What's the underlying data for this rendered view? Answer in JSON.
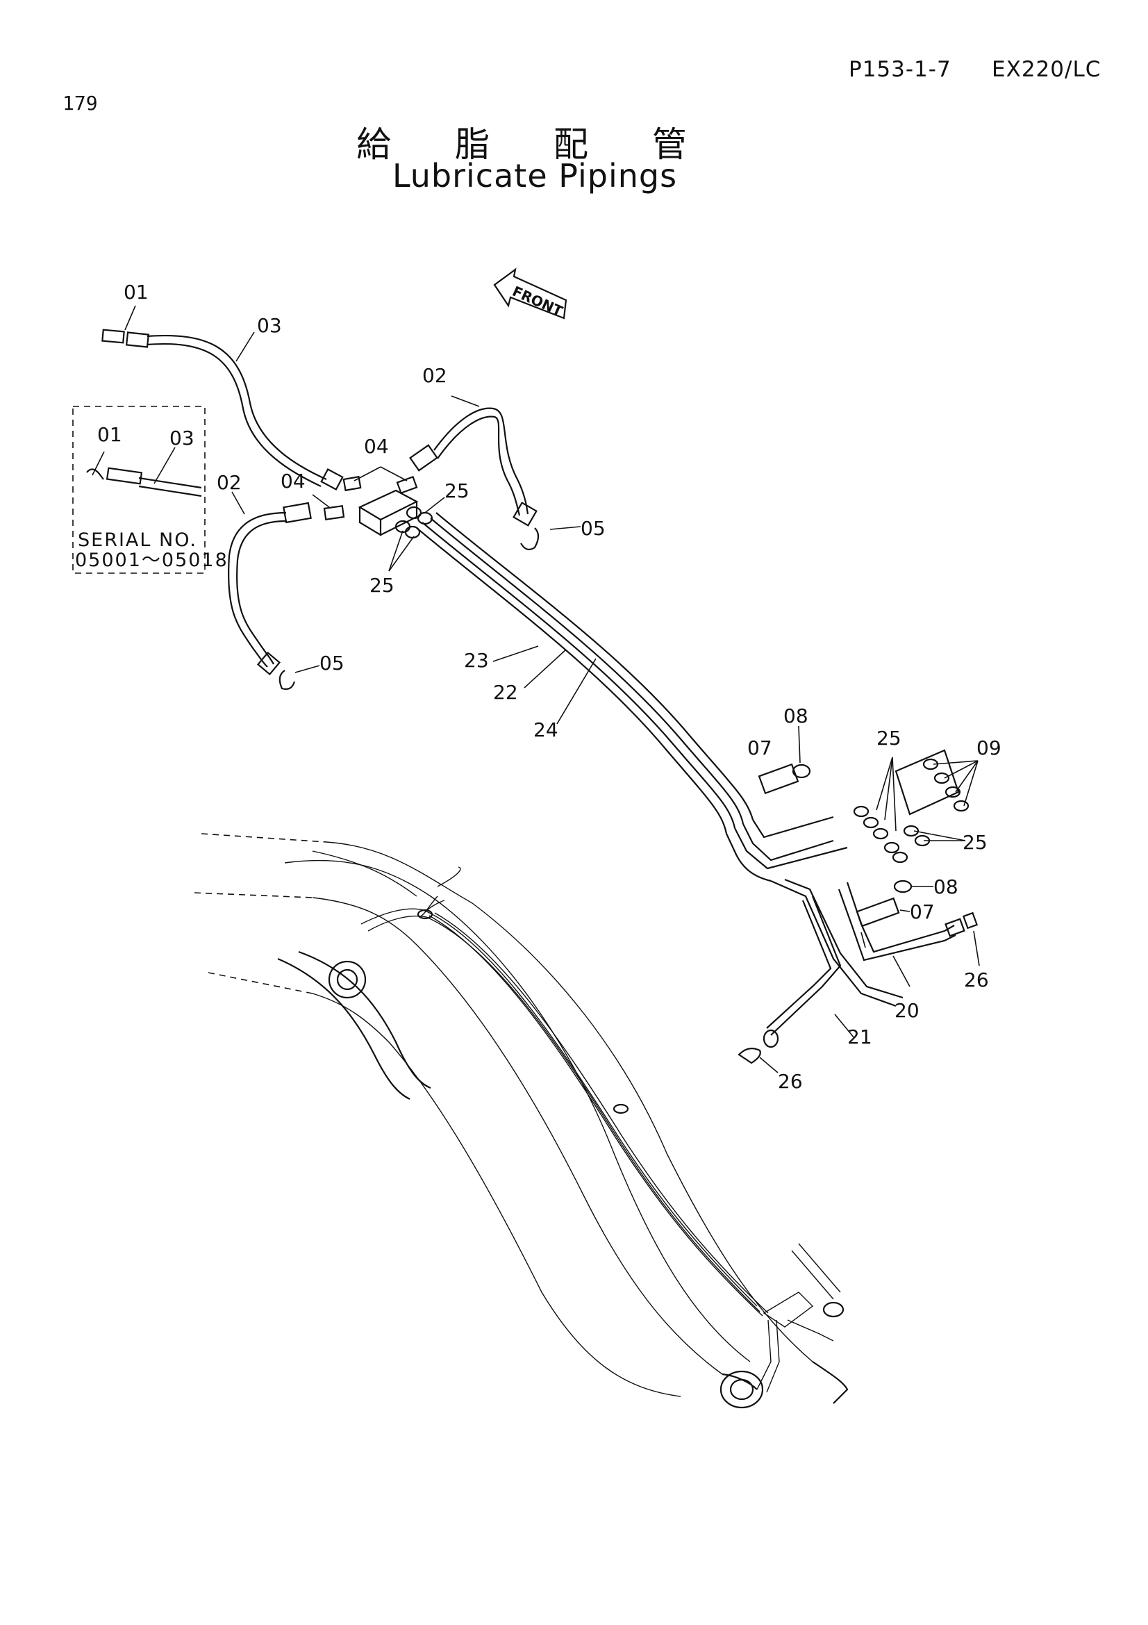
{
  "header": {
    "page_number": "179",
    "page_code": "P153-1-7",
    "model": "EX220/LC"
  },
  "title": {
    "japanese": "給 脂 配 管",
    "english": "Lubricate Pipings"
  },
  "direction_marker": "FRONT",
  "inset": {
    "serial_label": "SERIAL  NO.",
    "serial_range": "05001～05018",
    "callouts": [
      "01",
      "03"
    ]
  },
  "callouts": {
    "c01": "01",
    "c03": "03",
    "c02a": "02",
    "c04a": "04",
    "c25a": "25",
    "c02b": "02",
    "c04b": "04",
    "c05a": "05",
    "c25b": "25",
    "c05b": "05",
    "c23": "23",
    "c22": "22",
    "c24": "24",
    "c08a": "08",
    "c07a": "07",
    "c25c": "25",
    "c09": "09",
    "c25d": "25",
    "c08b": "08",
    "c07b": "07",
    "c26a": "26",
    "c20": "20",
    "c21": "21",
    "c26b": "26"
  }
}
